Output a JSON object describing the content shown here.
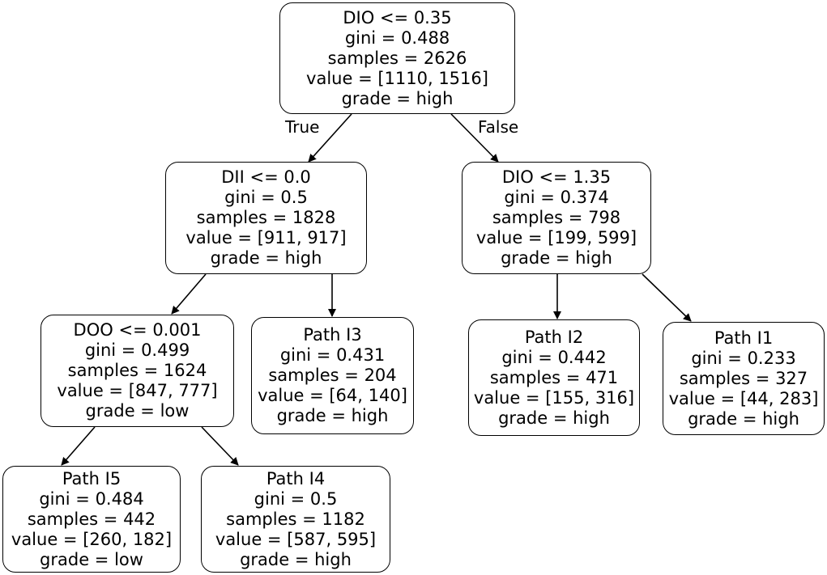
{
  "diagram": {
    "type": "decision-tree",
    "edge_labels": {
      "true_label": "True",
      "false_label": "False"
    },
    "nodes": {
      "root": {
        "title": "DIO <= 0.35",
        "gini": "gini = 0.488",
        "samples": "samples = 2626",
        "value": "value = [1110, 1516]",
        "grade": "grade = high"
      },
      "dii": {
        "title": "DII <= 0.0",
        "gini": "gini = 0.5",
        "samples": "samples = 1828",
        "value": "value = [911, 917]",
        "grade": "grade = high"
      },
      "dio2": {
        "title": "DIO <= 1.35",
        "gini": "gini = 0.374",
        "samples": "samples = 798",
        "value": "value = [199, 599]",
        "grade": "grade = high"
      },
      "doo": {
        "title": "DOO <= 0.001",
        "gini": "gini = 0.499",
        "samples": "samples = 1624",
        "value": "value = [847, 777]",
        "grade": "grade = low"
      },
      "path_i3": {
        "title": "Path I3",
        "gini": "gini = 0.431",
        "samples": "samples = 204",
        "value": "value = [64, 140]",
        "grade": "grade = high"
      },
      "path_i2": {
        "title": "Path I2",
        "gini": "gini = 0.442",
        "samples": "samples = 471",
        "value": "value = [155, 316]",
        "grade": "grade = high"
      },
      "path_i1": {
        "title": "Path I1",
        "gini": "gini = 0.233",
        "samples": "samples = 327",
        "value": "value = [44, 283]",
        "grade": "grade = high"
      },
      "path_i5": {
        "title": "Path I5",
        "gini": "gini = 0.484",
        "samples": "samples = 442",
        "value": "value = [260, 182]",
        "grade": "grade = low"
      },
      "path_i4": {
        "title": "Path I4",
        "gini": "gini = 0.5",
        "samples": "samples = 1182",
        "value": "value = [587, 595]",
        "grade": "grade = high"
      }
    },
    "edges": [
      {
        "from": "root",
        "to": "dii"
      },
      {
        "from": "root",
        "to": "dio2"
      },
      {
        "from": "dii",
        "to": "doo"
      },
      {
        "from": "dii",
        "to": "path_i3"
      },
      {
        "from": "dio2",
        "to": "path_i2"
      },
      {
        "from": "dio2",
        "to": "path_i1"
      },
      {
        "from": "doo",
        "to": "path_i5"
      },
      {
        "from": "doo",
        "to": "path_i4"
      }
    ]
  }
}
